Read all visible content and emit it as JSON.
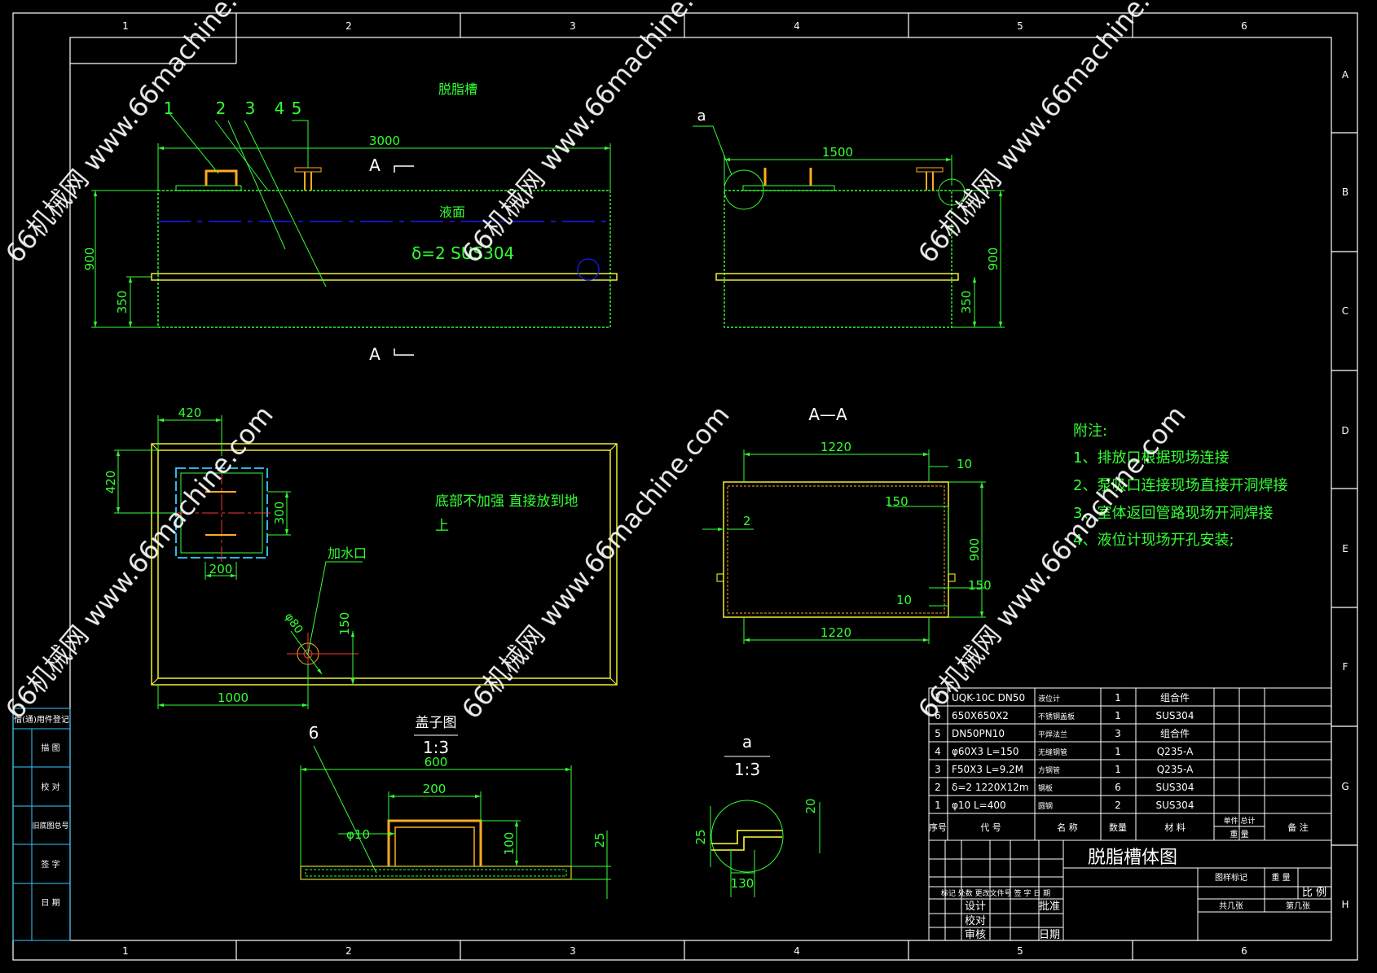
{
  "title": "脱脂槽",
  "colors": {
    "background": "#000000",
    "frame": "#ffffff",
    "dimension": "#33ff33",
    "outline": "#ffff33",
    "leader": "#66ff33",
    "liquid_line": "#1a1aff",
    "section": "#33ccff",
    "red_center": "#ff3333",
    "orange": "#ffaa22",
    "watermark": "#ffffff"
  },
  "grid": {
    "columns": [
      "1",
      "2",
      "3",
      "4",
      "5",
      "6"
    ],
    "rows": [
      "A",
      "B",
      "C",
      "D",
      "E",
      "F",
      "G",
      "H"
    ]
  },
  "front_view": {
    "part_numbers": [
      "1",
      "2",
      "3",
      "4",
      "5"
    ],
    "dim_length": "3000",
    "dim_height": "900",
    "dim_flange": "350",
    "liquid_label": "液面",
    "material_note": "δ=2   SUS304",
    "section_mark": "A"
  },
  "side_view": {
    "detail_mark": "a",
    "dim_width": "1500",
    "dim_height": "900",
    "dim_flange": "350"
  },
  "top_view": {
    "dim_opening_x": "420",
    "dim_opening_y": "420",
    "dim_300": "300",
    "dim_200": "200",
    "dim_150": "150",
    "dim_1000": "1000",
    "dim_phi": "φ80",
    "water_inlet": "加水口",
    "bottom_note": "底部不加强    直接放到地",
    "bottom_note2": "上"
  },
  "section_view": {
    "title": "A—A",
    "dim_top": "1220",
    "dim_bottom": "1220",
    "dim_10_top": "10",
    "dim_10_bottom": "10",
    "dim_150a": "150",
    "dim_150b": "150",
    "dim_2": "2",
    "dim_900": "900"
  },
  "notes": {
    "heading": "附注:",
    "items": [
      "1、排放口根据现场连接",
      "2、泵吸口连接现场直接开洞焊接",
      "3、室体返回管路现场开洞焊接",
      "4、液位计现场开孔安装;"
    ]
  },
  "cover_view": {
    "part_number": "6",
    "title": "盖子图",
    "scale": "1:3",
    "dim_600": "600",
    "dim_200": "200",
    "dim_phi10": "φ10",
    "dim_100": "100",
    "dim_25": "25"
  },
  "detail_a": {
    "title": "a",
    "scale": "1:3",
    "dim_25": "25",
    "dim_20": "20",
    "dim_130": "130"
  },
  "bom": {
    "rows": [
      {
        "no": "7",
        "spec": "UQK-10C DN50",
        "name": "液位计",
        "qty": "1",
        "material": "组合件"
      },
      {
        "no": "6",
        "spec": "650X650X2",
        "name": "不锈钢盖板",
        "qty": "1",
        "material": "SUS304"
      },
      {
        "no": "5",
        "spec": "DN50PN10",
        "name": "平焊法兰",
        "qty": "3",
        "material": "组合件"
      },
      {
        "no": "4",
        "spec": "φ60X3 L=150",
        "name": "无缝钢管",
        "qty": "1",
        "material": "Q235-A"
      },
      {
        "no": "3",
        "spec": "F50X3  L=9.2M",
        "name": "方钢管",
        "qty": "1",
        "material": "Q235-A"
      },
      {
        "no": "2",
        "spec": "δ=2  1220X12m",
        "name": "钢板",
        "qty": "6",
        "material": "SUS304"
      },
      {
        "no": "1",
        "spec": "φ10 L=400",
        "name": "圆钢",
        "qty": "2",
        "material": "SUS304"
      }
    ],
    "header": {
      "no": "序号",
      "spec": "代  号",
      "name": "名  称",
      "qty": "数量",
      "material": "材  料",
      "weight_top": "单件 总计",
      "weight_bottom": "重  量",
      "remark": "备  注"
    }
  },
  "title_block": {
    "drawing_title": "脱脂槽体图",
    "row_marks": "标记  处数  更改文件号  签 字  日 期",
    "designer": "设计",
    "checker": "校对",
    "reviewer": "审核",
    "approver": "批准",
    "date": "日期",
    "stage_label": "图样标记",
    "weight_label": "重 量",
    "scale_label": "比 例",
    "sheet_total": "共几张",
    "sheet_no": "第几张"
  },
  "side_strip": [
    "借(通)用件登记",
    "描 图",
    "校 对",
    "旧底图总号",
    "签 字",
    "日 期"
  ],
  "watermark_text": "66机械网 www.66machine.com"
}
